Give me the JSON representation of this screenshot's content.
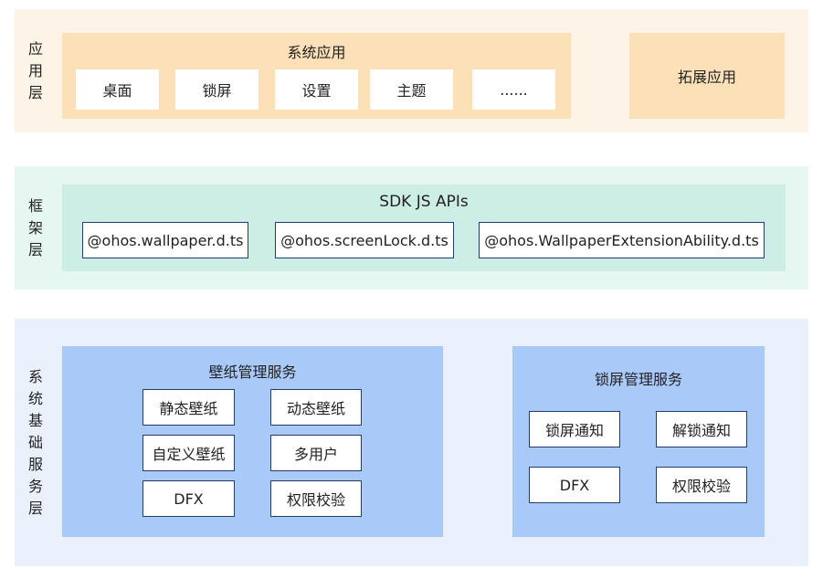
{
  "app_layer": {
    "label_chars": [
      "应",
      "用",
      "层"
    ],
    "system_apps_title": "系统应用",
    "system_apps": [
      "桌面",
      "锁屏",
      "设置",
      "主题",
      "......"
    ],
    "extension_apps": "拓展应用"
  },
  "framework_layer": {
    "label_chars": [
      "框",
      "架",
      "层"
    ],
    "title": "SDK JS APIs",
    "apis": [
      "@ohos.wallpaper.d.ts",
      "@ohos.screenLock.d.ts",
      "@ohos.WallpaperExtensionAbility.d.ts"
    ]
  },
  "service_layer": {
    "label_chars": [
      "系",
      "统",
      "基",
      "础",
      "服",
      "务",
      "层"
    ],
    "wallpaper_service": {
      "title": "壁纸管理服务",
      "items": [
        "静态壁纸",
        "动态壁纸",
        "自定义壁纸",
        "多用户",
        "DFX",
        "权限校验"
      ]
    },
    "lock_service": {
      "title": "锁屏管理服务",
      "items": [
        "锁屏通知",
        "解锁通知",
        "DFX",
        "权限校验"
      ]
    }
  },
  "colors": {
    "app_band": "#fdf3e6",
    "app_box": "#fce0b7",
    "framework_band": "#e6f6f1",
    "framework_box": "#cdeee4",
    "service_band": "#eaf1fd",
    "service_box": "#a9c9f9"
  }
}
